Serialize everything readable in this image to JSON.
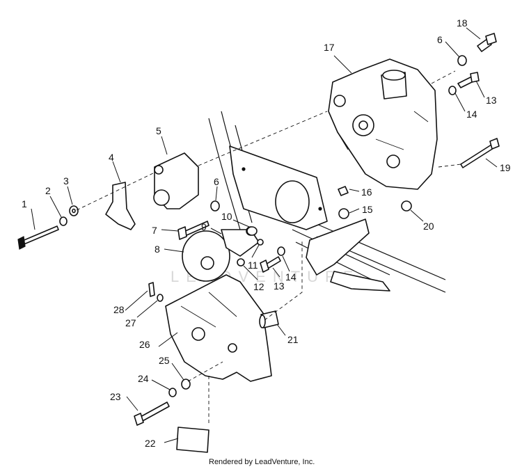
{
  "callouts": [
    {
      "id": "1",
      "text": "1"
    },
    {
      "id": "2",
      "text": "2"
    },
    {
      "id": "3",
      "text": "3"
    },
    {
      "id": "4",
      "text": "4"
    },
    {
      "id": "5",
      "text": "5"
    },
    {
      "id": "6a",
      "text": "6"
    },
    {
      "id": "6b",
      "text": "6"
    },
    {
      "id": "7",
      "text": "7"
    },
    {
      "id": "8",
      "text": "8"
    },
    {
      "id": "9",
      "text": "9"
    },
    {
      "id": "10",
      "text": "10"
    },
    {
      "id": "11",
      "text": "11"
    },
    {
      "id": "12",
      "text": "12"
    },
    {
      "id": "13a",
      "text": "13"
    },
    {
      "id": "13b",
      "text": "13"
    },
    {
      "id": "14a",
      "text": "14"
    },
    {
      "id": "14b",
      "text": "14"
    },
    {
      "id": "15",
      "text": "15"
    },
    {
      "id": "16",
      "text": "16"
    },
    {
      "id": "17",
      "text": "17"
    },
    {
      "id": "18",
      "text": "18"
    },
    {
      "id": "19",
      "text": "19"
    },
    {
      "id": "20",
      "text": "20"
    },
    {
      "id": "21",
      "text": "21"
    },
    {
      "id": "22",
      "text": "22"
    },
    {
      "id": "23",
      "text": "23"
    },
    {
      "id": "24",
      "text": "24"
    },
    {
      "id": "25",
      "text": "25"
    },
    {
      "id": "26",
      "text": "26"
    },
    {
      "id": "27",
      "text": "27"
    },
    {
      "id": "28",
      "text": "28"
    }
  ],
  "credit": "Rendered by LeadVenture, Inc.",
  "watermark": "LEADVENTURE"
}
